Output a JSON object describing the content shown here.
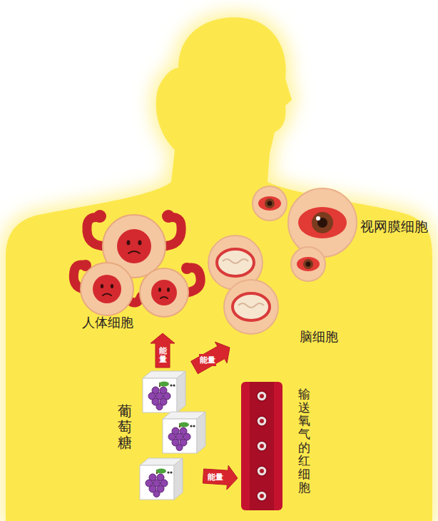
{
  "diagram": {
    "nodes": [
      {
        "text": [
          "视网膜细胞"
        ]
      },
      {
        "text": [
          "人体细胞"
        ]
      },
      {
        "text": [
          "脑细胞"
        ]
      },
      {
        "text": [
          "葡萄糖"
        ]
      },
      {
        "text": [
          "输送氧气的红细胞"
        ]
      }
    ],
    "edges": [
      {
        "from": 3,
        "to": 1,
        "label": "能量",
        "arrow": "to"
      },
      {
        "from": 3,
        "to": 2,
        "label": "能量",
        "arrow": "to"
      },
      {
        "from": 3,
        "to": 4,
        "label": "能量",
        "arrow": "to"
      }
    ]
  }
}
